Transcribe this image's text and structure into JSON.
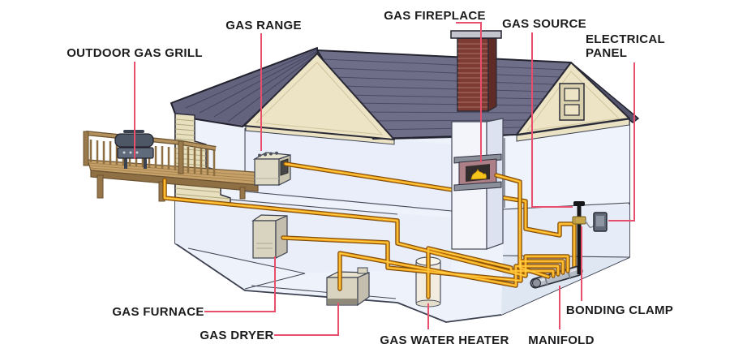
{
  "diagram": {
    "labels": {
      "outdoor_gas_grill": "OUTDOOR GAS GRILL",
      "gas_range": "GAS RANGE",
      "gas_fireplace": "GAS FIREPLACE",
      "gas_source": "GAS SOURCE",
      "electrical_panel_line1": "ELECTRICAL",
      "electrical_panel_line2": "PANEL",
      "gas_furnace": "GAS FURNACE",
      "gas_dryer": "GAS DRYER",
      "gas_water_heater": "GAS WATER HEATER",
      "manifold": "MANIFOLD",
      "bonding_clamp": "BONDING CLAMP"
    },
    "colors": {
      "label_text": "#1c1c1e",
      "leader_line": "#e94f6d",
      "gas_pipe_orange": "#f09a12",
      "gas_pipe_outline": "#7d4e0e",
      "gas_pipe_highlight": "#ffd24a",
      "riser_pipe_black": "#17171a",
      "roof_slate": "#6e6e88",
      "gable_cream": "#ece4c4",
      "chimney_brick": "#7e3b33",
      "interior_wall": "#eef2fb",
      "appliance_beige": "#d9d4bf",
      "deck_wood": "#c6a26a",
      "grill_slate_blue": "#4d5765",
      "fireplace_mauve": "#ad8087",
      "flame_yellow": "#f4c41d",
      "manifold_gray": "#b6bcc6",
      "panel_gray": "#636b7a",
      "clamp_brass": "#c9a84c"
    }
  }
}
